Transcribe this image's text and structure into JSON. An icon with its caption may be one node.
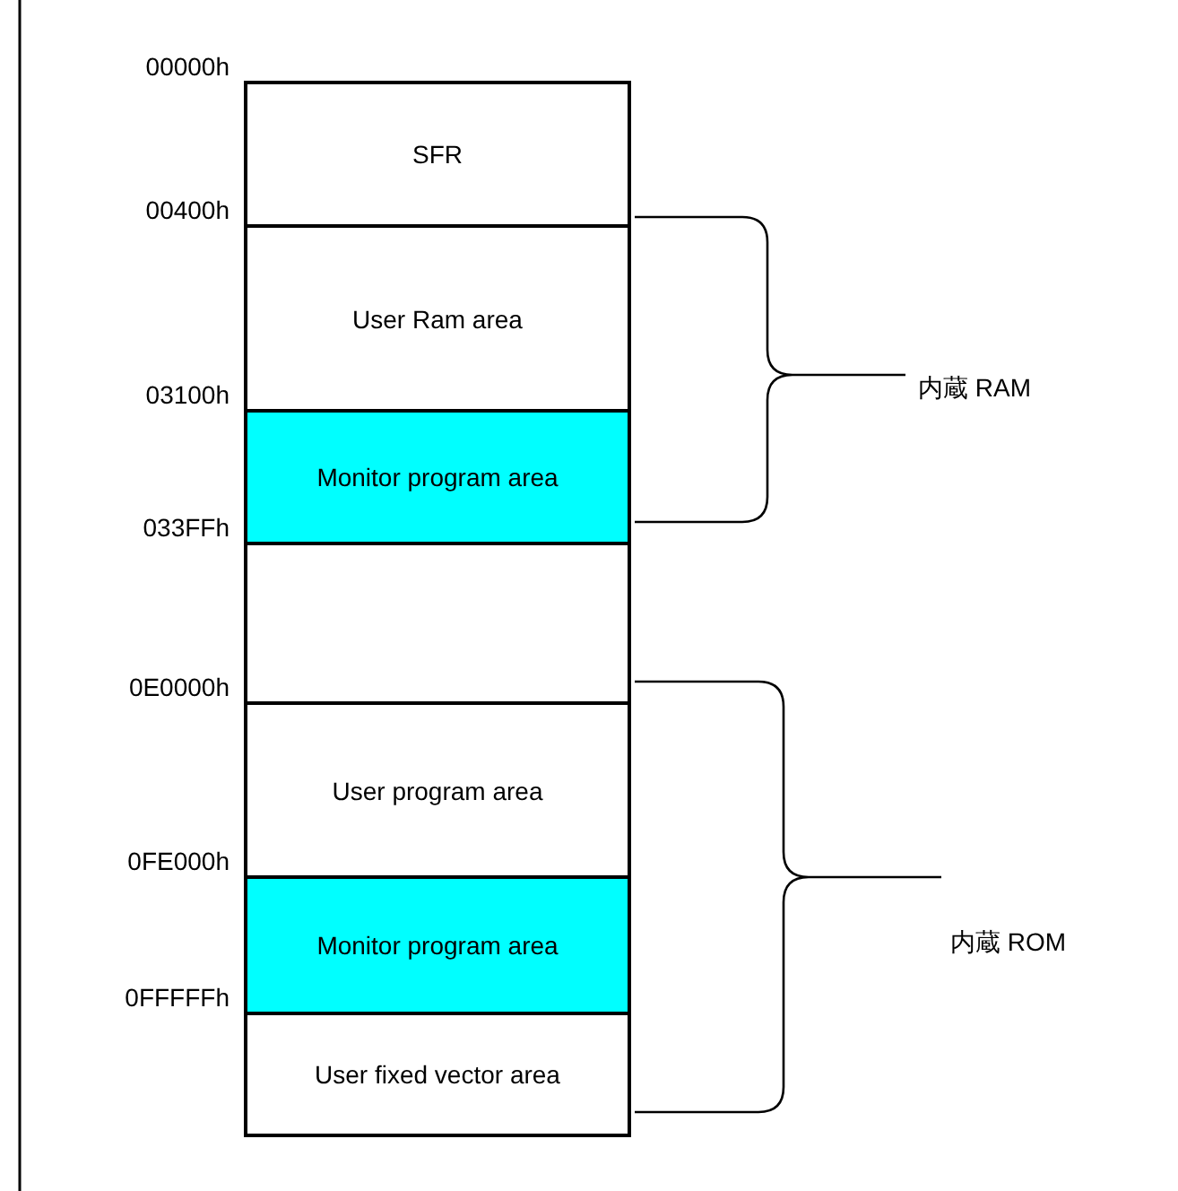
{
  "diagram": {
    "nodes": [
      {
        "text": [
          "SFR"
        ]
      },
      {
        "text": [
          "User Ram area"
        ]
      },
      {
        "text": [
          "Monitor program area"
        ]
      },
      {
        "text": [],
        "shape": "box"
      },
      {
        "text": [
          "User program area"
        ]
      },
      {
        "text": [
          "Monitor program area"
        ]
      },
      {
        "text": [
          "User fixed vector area"
        ]
      }
    ],
    "labels": [
      "00000h",
      "00400h",
      "03100h",
      "033FFh",
      "0E0000h",
      "0FE000h",
      "0FFFFFh",
      "内蔵 RAM",
      "内蔵 ROM"
    ]
  }
}
